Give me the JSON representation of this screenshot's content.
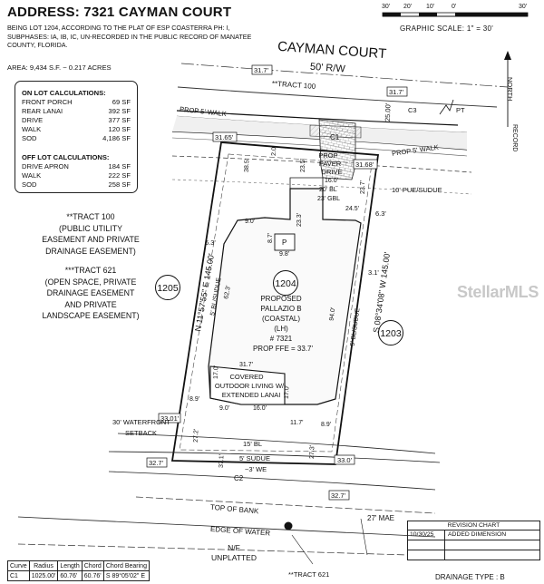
{
  "header": {
    "title": "ADDRESS: 7321 CAYMAN COURT",
    "legal_lines": [
      "BEING LOT 1204, ACCORDING TO THE PLAT OF ESP COASTERRA PH: I,",
      "SUBPHASES: IA, IB, IC, UN-RECORDED IN THE PUBLIC RECORD OF MANATEE",
      "COUNTY, FLORIDA."
    ],
    "area": "AREA: 9,434 S.F. ~ 0.217 ACRES"
  },
  "on_lot": {
    "heading": "ON LOT CALCULATIONS:",
    "rows": [
      {
        "label": "FRONT PORCH",
        "value": "69 SF"
      },
      {
        "label": "REAR LANAI",
        "value": "392 SF"
      },
      {
        "label": "DRIVE",
        "value": "377 SF"
      },
      {
        "label": "WALK",
        "value": "120 SF"
      },
      {
        "label": "SOD",
        "value": "4,186 SF"
      }
    ]
  },
  "off_lot": {
    "heading": "OFF LOT CALCULATIONS:",
    "rows": [
      {
        "label": "DRIVE APRON",
        "value": "184 SF"
      },
      {
        "label": "WALK",
        "value": "222 SF"
      },
      {
        "label": "SOD",
        "value": "258 SF"
      }
    ]
  },
  "notes": {
    "tract100": [
      "**TRACT 100",
      "(PUBLIC UTILITY",
      "EASEMENT AND PRIVATE",
      "DRAINAGE EASEMENT)"
    ],
    "tract621": [
      "***TRACT 621",
      "(OPEN SPACE, PRIVATE",
      "DRAINAGE EASEMENT",
      "AND PRIVATE",
      "LANDSCAPE EASEMENT)"
    ]
  },
  "scale": {
    "label": "GRAPHIC SCALE: 1\" = 30'",
    "ticks": [
      "30'",
      "20'",
      "10'",
      "0'",
      "30'"
    ]
  },
  "north": {
    "label": "NORTH",
    "record": "RECORD"
  },
  "street": {
    "name": "CAYMAN COURT",
    "row": "50' R/W"
  },
  "plat": {
    "tract100_label": "**TRACT 100",
    "tract621_label": "**TRACT 621",
    "c1": "C1",
    "c2": "C2",
    "c3": "C3",
    "pt": "PT",
    "dim_31_7_a": "31.7'",
    "dim_31_7_b": "31.7'",
    "dim_25": "25.00'",
    "prop_walk_left": "PROP 5' WALK",
    "prop_walk_right": "PROP 5' WALK",
    "dim_31_65": "31.65'",
    "dim_31_68": "31.68'",
    "pue": "10' PUE/SUDUE",
    "paver": [
      "PROP",
      "PAVER",
      "DRIVE"
    ],
    "drive_16": "16.0'",
    "drive_20": "20' BL",
    "drive_23": "23' GBL",
    "drive_24_5": "24.5'",
    "drive_23_5": "23.5'",
    "drive_23_7": "23.7'",
    "drive_38_5": "38.5'",
    "drive_2_0": "2.0'",
    "left_6_3": "6.3'",
    "right_6_3": "6.3'",
    "porch_9_0": "9.0'",
    "porch_8_7": "8.7'",
    "porch_9_8": "9.8'",
    "porch_23_3": "23.3'",
    "porch_p": "P",
    "lot_1205": "1205",
    "lot_1204": "1204",
    "lot_1203": "1203",
    "house": [
      "PROPOSED",
      "PALLAZIO B",
      "(COASTAL)",
      "(LH)",
      "# 7321",
      "PROP FFE = 33.7'"
    ],
    "west_line": "N 11°57'55\" E   145.00'",
    "east_line": "S 08°34'08\" W   145.00'",
    "sudue_left": "5' BL/SUDUE",
    "sudue_right": "5' BL/SUDUE",
    "left_62_3": "62.3'",
    "right_94_0": "94.0'",
    "right_3_1": "3.1'",
    "lanai": [
      "COVERED",
      "OUTDOOR LIVING W/",
      "EXTENDED LANAI"
    ],
    "lanai_31_7": "31.7'",
    "lanai_17_0_l": "17.0'",
    "lanai_17_0_r": "17.0'",
    "lanai_9_0": "9.0'",
    "lanai_16_0": "16.0'",
    "lanai_11_7": "11.7'",
    "left_8_9": "8.9'",
    "right_8_9": "8.9'",
    "left_27_2": "27.2'",
    "right_27_3": "27.3'",
    "left_37_1": "37.1'",
    "dim_33_01": "33.01'",
    "dim_33_0": "33.0'",
    "dim_32_7_a": "32.7'",
    "dim_32_7_b": "32.7'",
    "waterfront": [
      "30' WATERFRONT",
      "SETBACK"
    ],
    "rear_bl": "15' BL",
    "rear_sudue": "5' SUDUE",
    "rear_we": "~3' WE",
    "top_of_bank": "TOP OF BANK",
    "edge_of_water": "EDGE OF WATER",
    "unplatted": [
      "N/F",
      "UNPLATTED"
    ],
    "mae": "27' MAE"
  },
  "revision_chart": {
    "title": "REVISION CHART",
    "rows": [
      {
        "date": "10/30/25",
        "desc": "ADDED DIMENSION"
      },
      {
        "date": "",
        "desc": ""
      },
      {
        "date": "",
        "desc": ""
      }
    ]
  },
  "drainage": "DRAINAGE TYPE : B",
  "curve_table": {
    "headers": [
      "Curve",
      "Radius",
      "Length",
      "Chord",
      "Chord Bearing"
    ],
    "rows": [
      [
        "C1",
        "1025.00'",
        "60.76'",
        "60.76'",
        "S 89°05'02\" E"
      ]
    ]
  },
  "watermark": "StellarMLS"
}
